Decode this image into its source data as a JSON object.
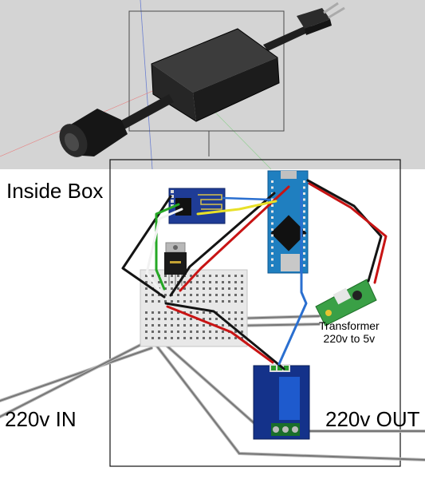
{
  "labels": {
    "inside_box": "Inside Box",
    "transformer_line1": "Transformer",
    "transformer_line2": "220v to 5v",
    "ac_in": "220v IN",
    "ac_out": "220v OUT"
  },
  "components": {
    "wifi_module": "ESP8266",
    "microcontroller": "Arduino Nano",
    "regulator": "AMS1117",
    "breadboard": "mini breadboard",
    "relay": "5V relay module",
    "transformer": "AC-DC 5V"
  },
  "colors": {
    "render_background": "#d4d4d4",
    "box_body": "#2a2a2a",
    "wire_black": "#141414",
    "wire_red": "#c81414",
    "wire_yellow": "#e8e028",
    "wire_green": "#26a826",
    "wire_white": "#f2f2f2",
    "wire_blue": "#2a6fd0",
    "wire_grey": "#7a7a7a",
    "nano_pcb": "#1f7fc0",
    "esp_pcb": "#1f3c96",
    "relay_pcb": "#14328a",
    "relay_cube": "#1e5acd",
    "transformer_pcb": "#3aa046"
  }
}
